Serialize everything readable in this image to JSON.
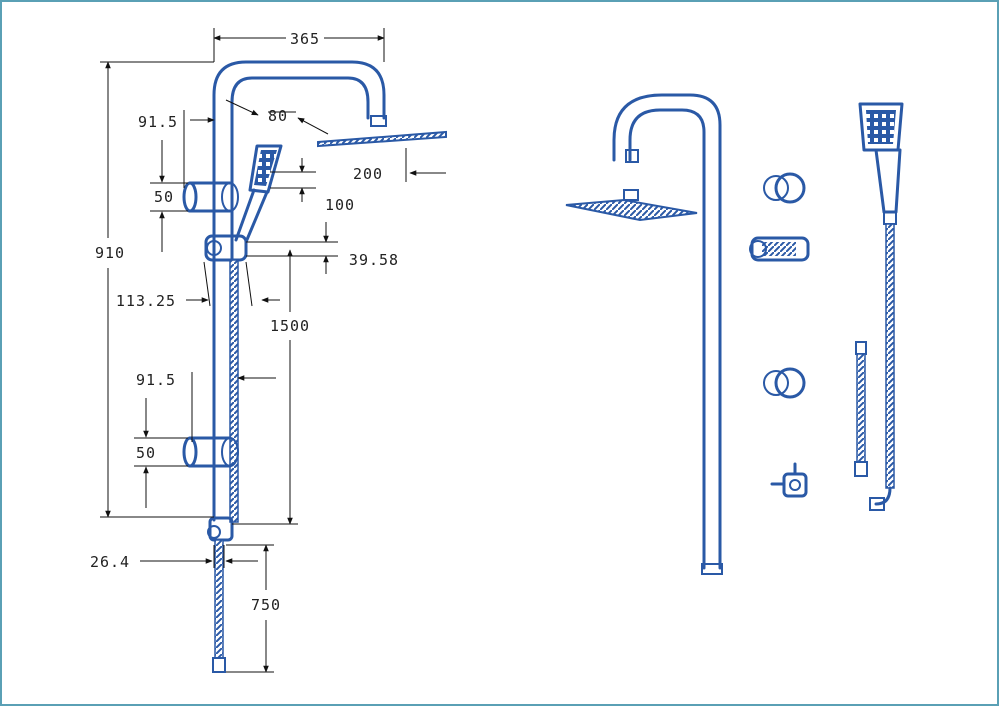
{
  "drawing": {
    "dimensions": {
      "width_top": "365",
      "arm_offset": "80",
      "bracket_offset_top": "91.5",
      "head_size": "200",
      "bracket_height_top": "50",
      "handset_offset": "100",
      "total_height": "910",
      "slider_offset": "39.58",
      "slider_depth": "113.25",
      "hose_length": "1500",
      "bracket_offset_bottom": "91.5",
      "bracket_height_bottom": "50",
      "outlet_offset": "26.4",
      "lower_hose": "750"
    },
    "colors": {
      "line": "#2a59a6",
      "dimension": "#111111",
      "frame": "#5aa0b5"
    }
  }
}
